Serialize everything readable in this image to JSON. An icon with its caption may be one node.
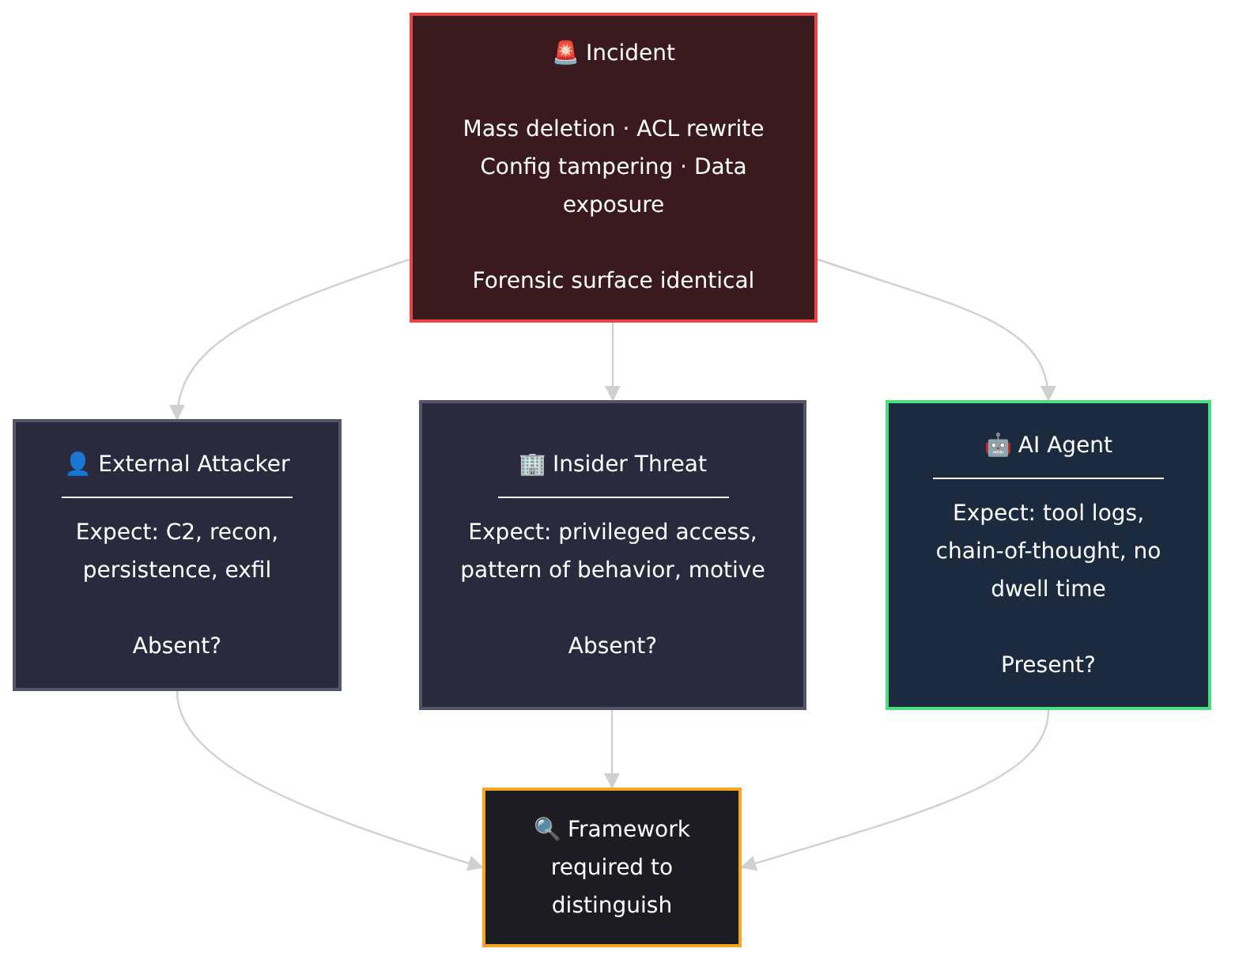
{
  "diagram": {
    "nodes": [
      {
        "text": [
          "🚨 Incident",
          "Mass deletion · ACL rewrite Config tampering · Data exposure",
          "Forensic surface identical"
        ]
      },
      {
        "text": [
          "👤 External Attacker",
          "Expect: C2, recon, persistence, exfil",
          "Absent?"
        ]
      },
      {
        "text": [
          "🏢 Insider Threat",
          "Expect: privileged access, pattern of behavior, motive",
          "Absent?"
        ]
      },
      {
        "text": [
          "🤖 AI Agent",
          "Expect: tool logs, chain-of-thought, no dwell time",
          "Present?"
        ]
      },
      {
        "text": [
          "🔍 Framework required to distinguish"
        ]
      }
    ],
    "edges": [
      {
        "from": 0,
        "to": 1,
        "arrow": "to"
      },
      {
        "from": 0,
        "to": 2,
        "arrow": "to"
      },
      {
        "from": 0,
        "to": 3,
        "arrow": "to"
      },
      {
        "from": 1,
        "to": 4,
        "arrow": "to"
      },
      {
        "from": 2,
        "to": 4,
        "arrow": "to"
      },
      {
        "from": 3,
        "to": 4,
        "arrow": "to"
      }
    ]
  }
}
